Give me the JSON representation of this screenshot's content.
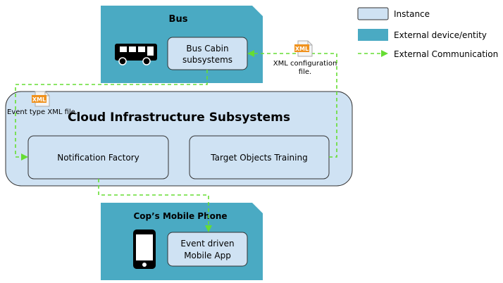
{
  "legend": {
    "instance": "Instance",
    "external": "External device/entity",
    "communication": "External Communication"
  },
  "bus": {
    "title": "Bus",
    "cabin_line1": "Bus Cabin",
    "cabin_line2": "subsystems"
  },
  "cloud": {
    "title": "Cloud Infrastructure Subsystems",
    "notification": "Notification Factory",
    "training": "Target Objects Training"
  },
  "phone": {
    "title": "Cop’s Mobile Phone",
    "app_line1": "Event driven",
    "app_line2": "Mobile App"
  },
  "files": {
    "xml_badge": "XML",
    "config_line1": "XML configuration",
    "config_line2": "file.",
    "event_type": "Event type XML file."
  },
  "colors": {
    "instance_fill": "#cfe2f3",
    "external_fill": "#4aaac3",
    "arrow": "#66dd33",
    "xml_badge": "#f0921e"
  }
}
